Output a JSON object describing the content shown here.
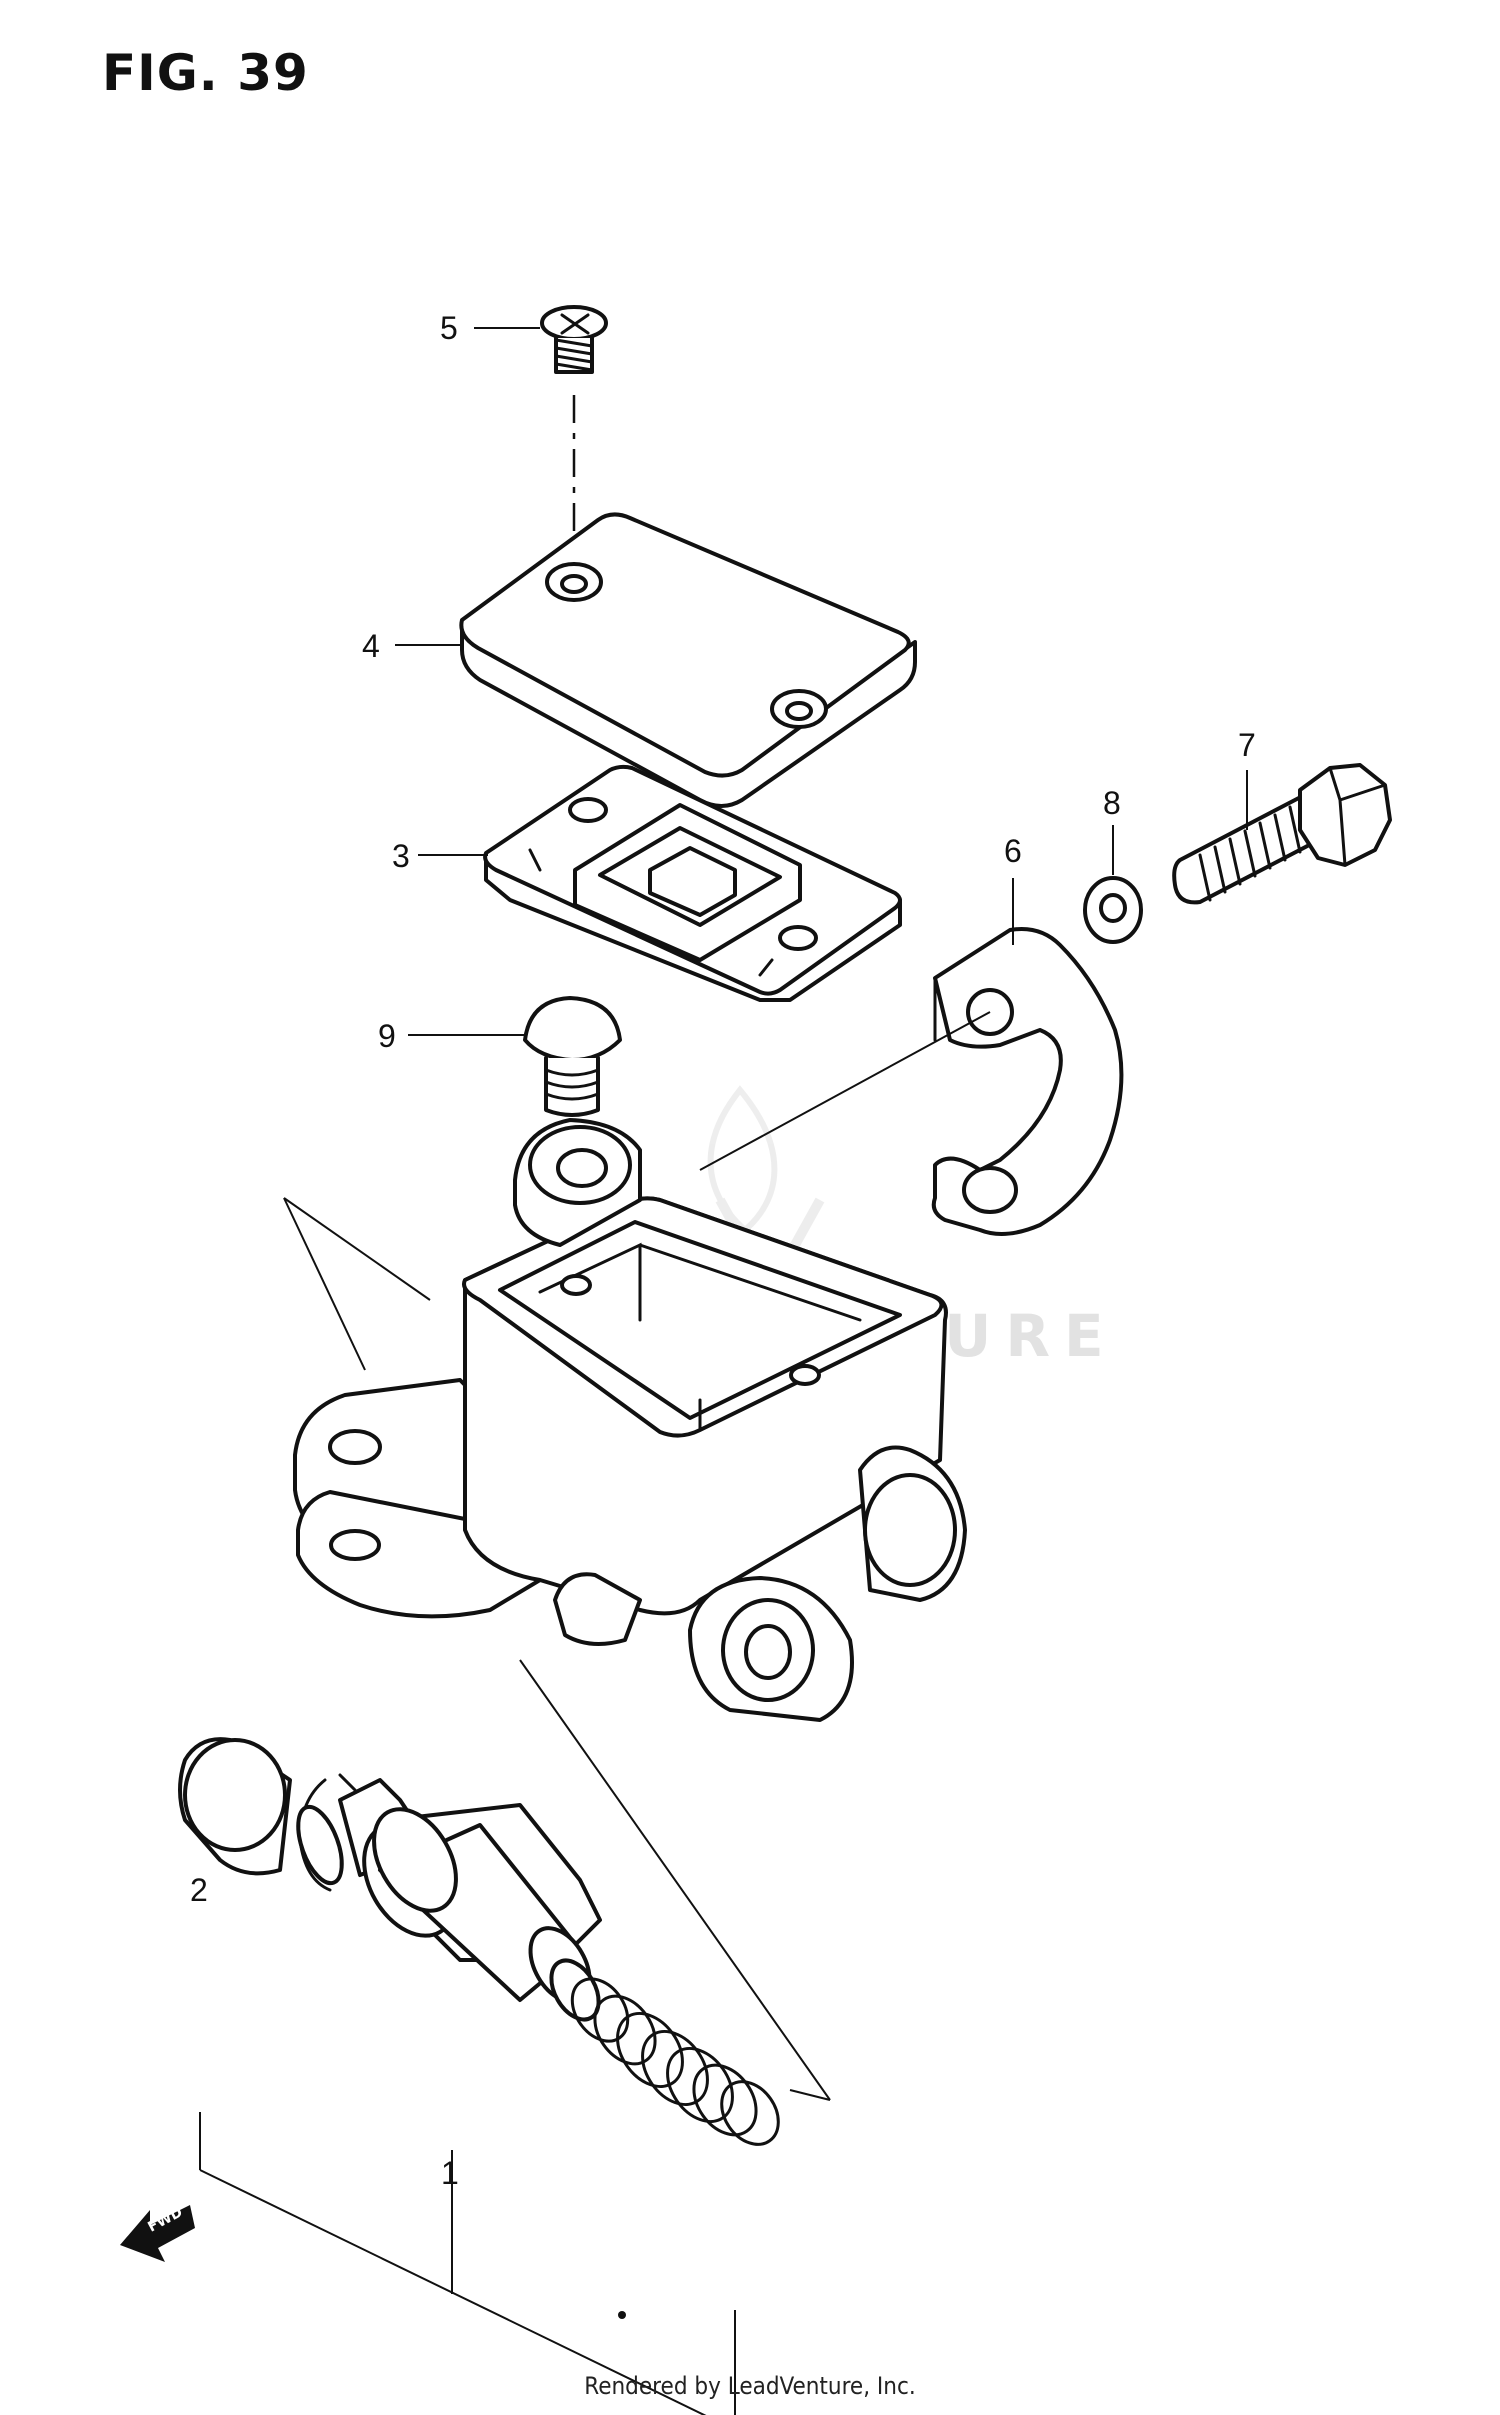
{
  "figure": {
    "title": "FIG. 39"
  },
  "callouts": [
    {
      "id": "1",
      "label": "1"
    },
    {
      "id": "2",
      "label": "2"
    },
    {
      "id": "3",
      "label": "3"
    },
    {
      "id": "4",
      "label": "4"
    },
    {
      "id": "5",
      "label": "5"
    },
    {
      "id": "6",
      "label": "6"
    },
    {
      "id": "7",
      "label": "7"
    },
    {
      "id": "8",
      "label": "8"
    },
    {
      "id": "9",
      "label": "9"
    }
  ],
  "direction": {
    "label": "FWD"
  },
  "watermark": {
    "text": "LEADVENTURE"
  },
  "footer": {
    "text": "Rendered by LeadVenture, Inc."
  }
}
